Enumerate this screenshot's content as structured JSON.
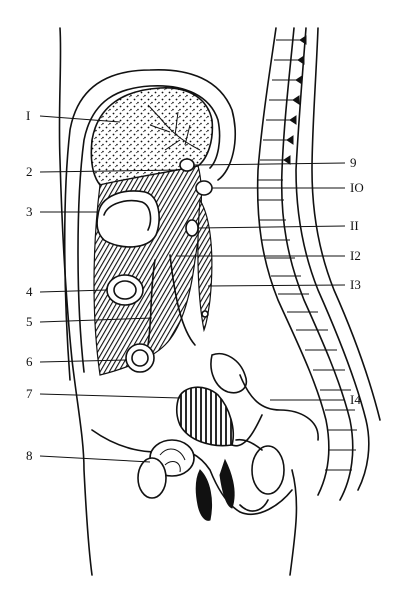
{
  "diagram": {
    "labels_left": [
      "I",
      "2",
      "3",
      "4",
      "5",
      "6",
      "7",
      "8"
    ],
    "labels_right": [
      "9",
      "IO",
      "II",
      "I2",
      "I3",
      "I4"
    ]
  }
}
